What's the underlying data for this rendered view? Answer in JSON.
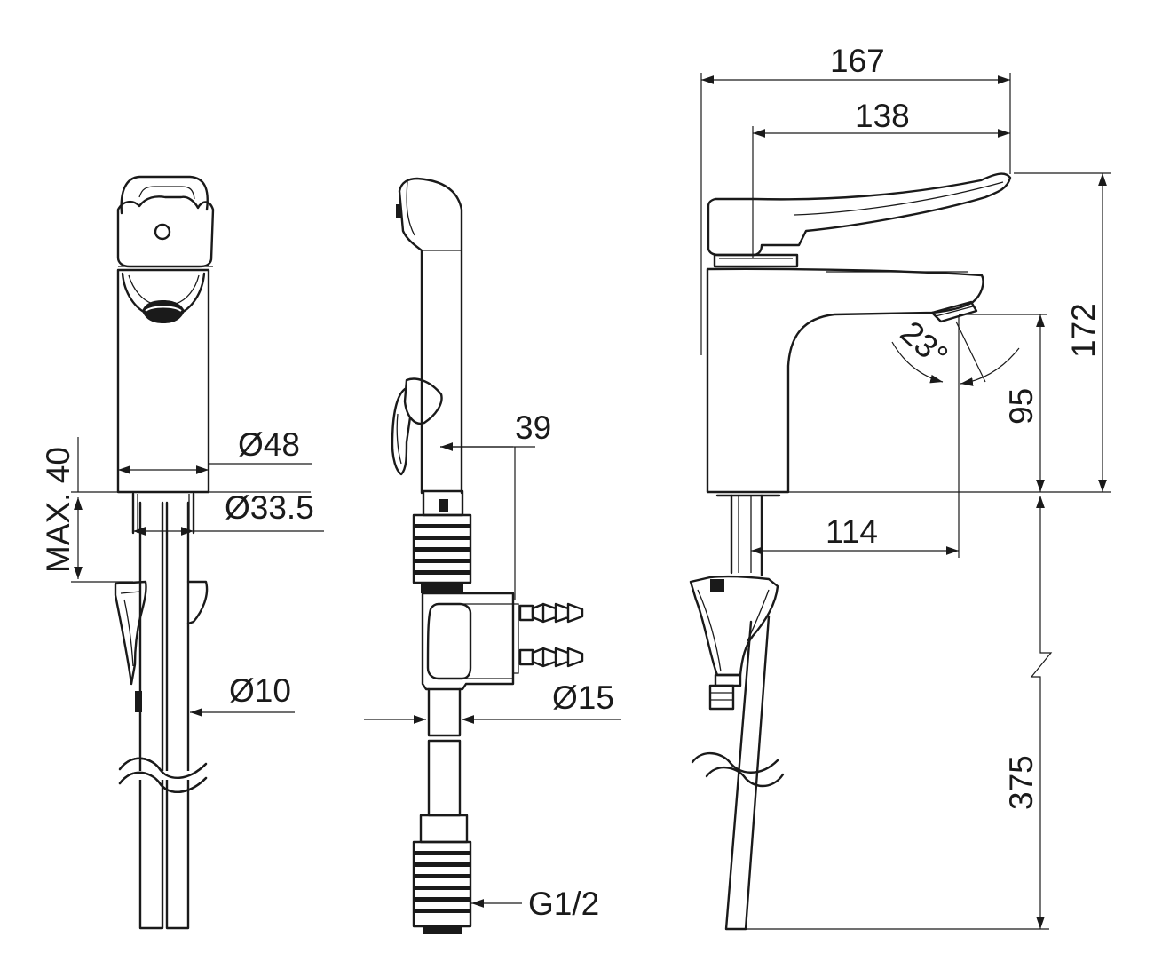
{
  "views": {
    "front": {
      "max_height_label": "MAX. 40",
      "body_diameter_label": "Ø48",
      "shank_diameter_label": "Ø33.5",
      "hose_diameter_label": "Ø10"
    },
    "side": {
      "offset_label": "39",
      "pipe_diameter_label": "Ø15",
      "thread_label": "G1/2"
    },
    "profile": {
      "overall_length_label": "167",
      "lever_length_label": "138",
      "height_label": "172",
      "spout_angle_label": "23°",
      "spout_height_label": "95",
      "spout_reach_label": "114",
      "hose_length_label": "375"
    }
  }
}
